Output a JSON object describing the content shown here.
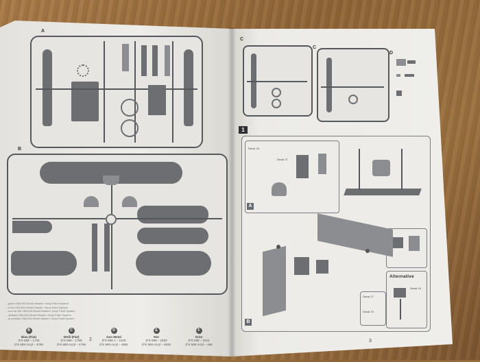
{
  "left_page": {
    "sprue_a_label": "A",
    "sprue_b_label": "B",
    "legend_lines": [
      "…gsam OBUZIN Model Master / Acryl Paint System",
      "…d the OBUZIN Model Master / Acryl Paint System",
      "…und sie die OBUZIN Model Master / Acryl Paint System",
      "…utilisant OBUZIN Model Master / Acryl Paint System",
      "…ai pedidos OBUZIN Model Master / Acryl Paint System"
    ],
    "paints": [
      {
        "letter": "B",
        "name": "Blau (Flat)",
        "code1": "(FS MM – 1745",
        "code2": "(FS MM Acryl – 4780"
      },
      {
        "letter": "C",
        "name": "Weiß (Flat)",
        "code1": "(FS MM – 1768",
        "code2": "(FS MM Acryl – 4769"
      },
      {
        "letter": "D",
        "name": "Gun Metal",
        "code1": "(FS MM 1 – 1420",
        "code2": "(FS MM Acryl – 4681"
      },
      {
        "letter": "E",
        "name": "Rot",
        "code1": "(FS MM – 1503",
        "code2": "(FS MM Acryl – 4630"
      },
      {
        "letter": "F",
        "name": "Grün",
        "code1": "(FS MM – 1524",
        "code2": "(FS MM Acryl – 466"
      }
    ],
    "page_number": "2"
  },
  "right_page": {
    "sprue_labels": [
      "C",
      "C",
      "D"
    ],
    "step_number": "1",
    "sub_a": "A",
    "sub_b": "B",
    "alternative": "Alternative",
    "decal_labels": [
      "Decal 18",
      "Decal 17",
      "Decal 17",
      "Decal 19",
      "Decal 16"
    ],
    "page_number": "3"
  },
  "colors": {
    "ink": "#55575a",
    "paper": "#ecebe8",
    "wood": "#9a7040"
  }
}
